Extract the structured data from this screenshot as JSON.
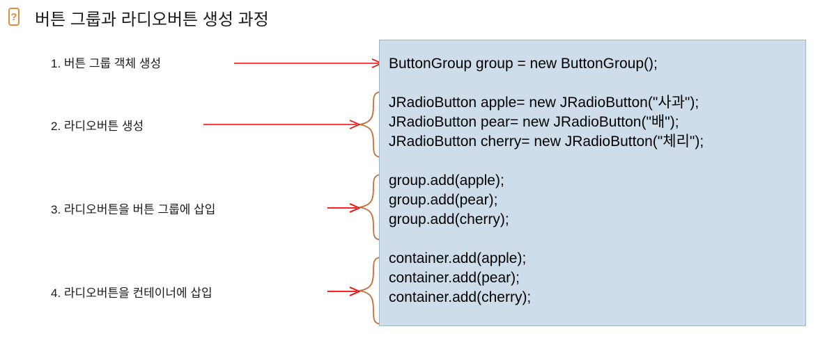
{
  "header": {
    "icon": "question-mark-icon",
    "icon_glyph": "?",
    "title": "버튼 그룹과 라디오버튼 생성 과정",
    "icon_color": "#E8883A"
  },
  "steps": [
    {
      "label": "1. 버튼 그룹 객체 생성",
      "connector": "arrow"
    },
    {
      "label": "2. 라디오버튼 생성",
      "connector": "arrow-brace"
    },
    {
      "label": "3. 라디오버튼을 버튼 그룹에 삽입",
      "connector": "arrow-brace"
    },
    {
      "label": "4. 라디오버튼을 컨테이너에 삽입",
      "connector": "arrow-brace"
    }
  ],
  "code_panel": {
    "background_color": "#cedde9",
    "border_color": "#9fb6ca",
    "lines": [
      "ButtonGroup group = new ButtonGroup();",
      "",
      "JRadioButton apple= new JRadioButton(\"사과\");",
      "JRadioButton pear= new JRadioButton(\"배\");",
      "JRadioButton cherry= new JRadioButton(\"체리\");",
      "",
      "group.add(apple);",
      "group.add(pear);",
      "group.add(cherry);",
      "",
      "container.add(apple);",
      "container.add(pear);",
      "container.add(cherry);"
    ]
  },
  "colors": {
    "arrow": "#FF0000",
    "brace": "#C0703C",
    "accent": "#E8883A"
  }
}
